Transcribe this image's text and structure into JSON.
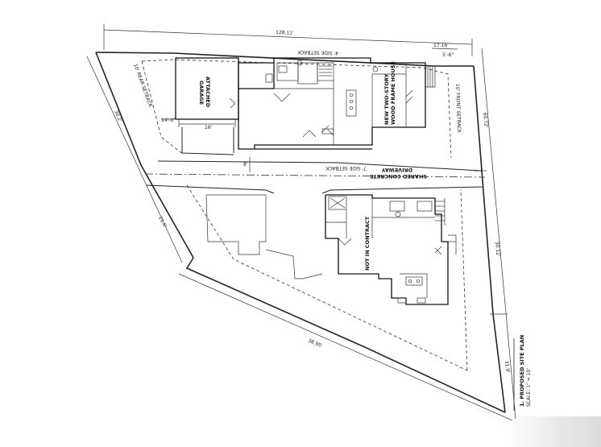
{
  "dimensions": {
    "top_width": "128.11'",
    "top_right": "17.16'",
    "right_upper": "60.72'",
    "right_mid": "30.12'",
    "right_lower": "31.9'",
    "left_upper": "30.2'",
    "left_lower": "21.6'",
    "bottom_diagonal": "38.95'",
    "garage_width": "16'",
    "garage_side": "14'-0\"",
    "small_offset": "5'-6\"",
    "driveway_offset": "8'"
  },
  "labels": {
    "side_setback_4": "4' SIDE SETBACK",
    "rear_setback": "10' REAR SETBACK",
    "front_setback": "10' FRONT SETBACK",
    "side_setback_7": "7' SIDE SETBACK",
    "garage": [
      "ATTACHED",
      "GARAGE"
    ],
    "new_house": [
      "NEW TWO-STORY",
      "WOOD FRAME HOUSE"
    ],
    "driveway": [
      "SHARED CONCRETE",
      "DRIVEWAY"
    ],
    "not_in_contract": "NOT IN CONTRACT",
    "title": "1. PROPOSED SITE PLAN",
    "scale": "SCALE: 1\" = 10'"
  }
}
